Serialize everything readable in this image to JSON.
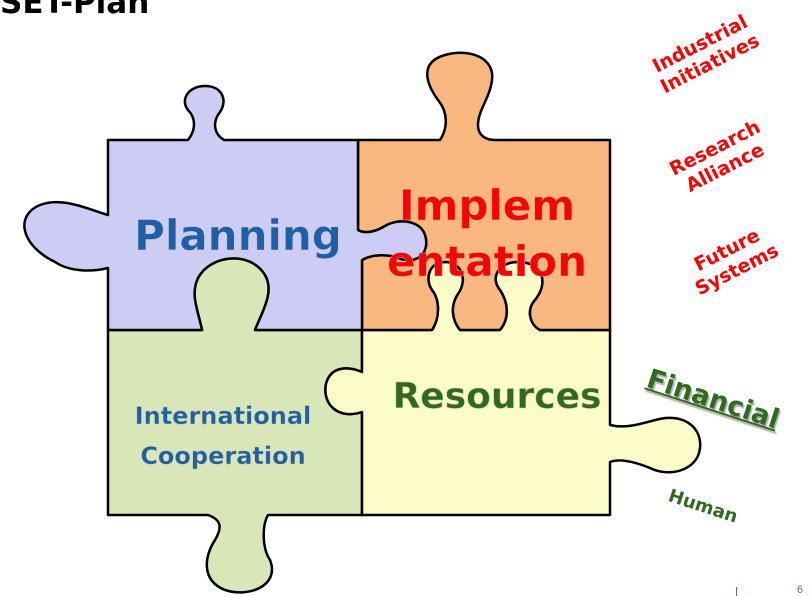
{
  "title": "SET-Plan",
  "pieces": {
    "planning": {
      "label": "Planning",
      "fill": "#ccccf5",
      "text_color": "#1f5fa6"
    },
    "implementation": {
      "label_line1": "Implem",
      "label_line2": "entation",
      "fill": "#f9b880",
      "text_color": "#ff0000"
    },
    "cooperation": {
      "label_line1": "International",
      "label_line2": "Cooperation",
      "fill": "#d9e7b8",
      "text_color": "#1f5fa6"
    },
    "resources": {
      "label": "Resources",
      "fill": "#fcfcc8",
      "text_color": "#2f6a1f"
    }
  },
  "implementation_items": [
    {
      "line1": "Industrial",
      "line2": "Initiatives"
    },
    {
      "line1": "Research",
      "line2": "Alliance"
    },
    {
      "line1": "Future",
      "line2": "Systems"
    }
  ],
  "resource_items": {
    "financial": "Financial",
    "human": "Human"
  },
  "page_number": "6"
}
